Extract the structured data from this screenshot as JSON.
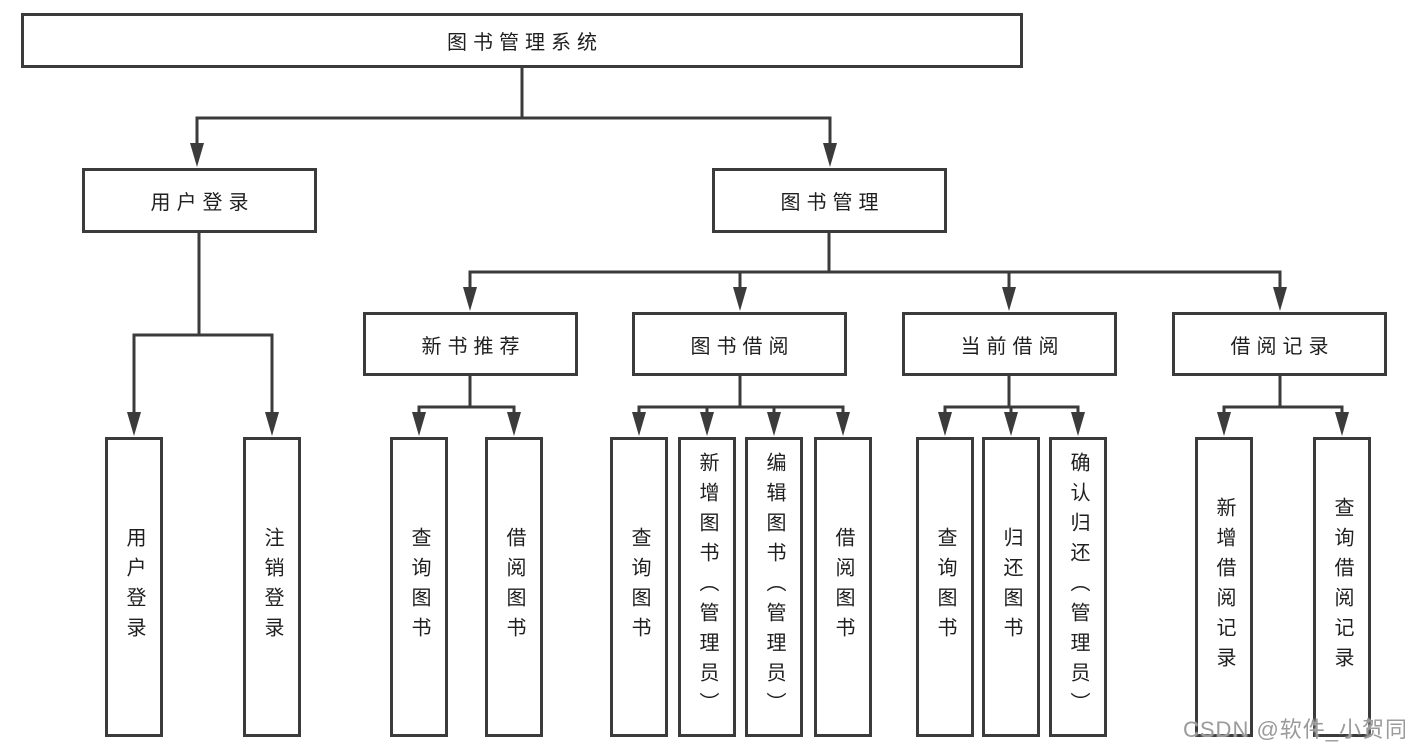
{
  "colors": {
    "line": "#3b3b3b",
    "text": "#1f1f1f",
    "watermark": "#9b9b9b",
    "background": "#ffffff"
  },
  "watermark": {
    "text": "CSDN @软件_小贺同学"
  },
  "tree": {
    "label": "图书管理系统",
    "children": [
      {
        "label": "用户登录",
        "children": [
          {
            "label": "用户登录"
          },
          {
            "label": "注销登录"
          }
        ]
      },
      {
        "label": "图书管理",
        "children": [
          {
            "label": "新书推荐",
            "children": [
              {
                "label": "查询图书"
              },
              {
                "label": "借阅图书"
              }
            ]
          },
          {
            "label": "图书借阅",
            "children": [
              {
                "label": "查询图书"
              },
              {
                "label": "新增图书（管理员）"
              },
              {
                "label": "编辑图书（管理员）"
              },
              {
                "label": "借阅图书"
              }
            ]
          },
          {
            "label": "当前借阅",
            "children": [
              {
                "label": "查询图书"
              },
              {
                "label": "归还图书"
              },
              {
                "label": "确认归还（管理员）"
              }
            ]
          },
          {
            "label": "借阅记录",
            "children": [
              {
                "label": "新增借阅记录"
              },
              {
                "label": "查询借阅记录"
              }
            ]
          }
        ]
      }
    ]
  }
}
